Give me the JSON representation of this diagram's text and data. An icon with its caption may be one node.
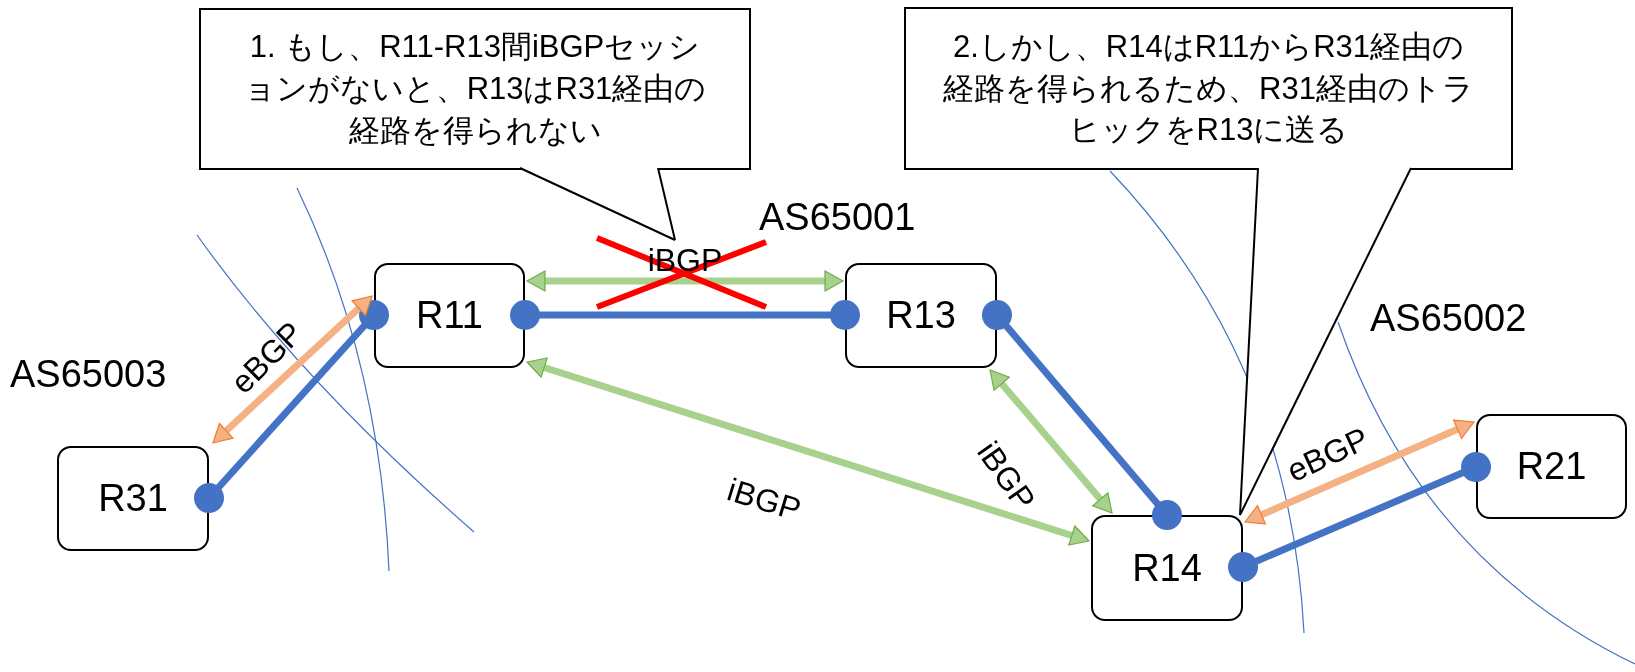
{
  "diagram": {
    "nodes": [
      {
        "text": [
          "1. もし、R11-R13間iBGPセッションがないと、R13はR31経由の経路を得られない"
        ]
      },
      {
        "text": [
          "2.しかし、R14はR11からR31経由の経路を得られるため、R31経由のトラヒックをR13に送る"
        ]
      },
      {
        "text": [
          "R11"
        ]
      },
      {
        "text": [
          "R13"
        ]
      },
      {
        "text": [
          "R21"
        ]
      },
      {
        "text": [
          "R31"
        ]
      },
      {
        "text": [
          "R14"
        ]
      }
    ],
    "edges": [
      {
        "from": 5,
        "to": 2,
        "arrow": "other"
      },
      {
        "from": 2,
        "to": 3,
        "arrow": "other"
      },
      {
        "from": 3,
        "to": 6,
        "arrow": "other"
      },
      {
        "from": 6,
        "to": 4,
        "arrow": "other"
      },
      {
        "from": 5,
        "to": 2,
        "arrow": "both",
        "label": "eBGP",
        "color": "#f4b183"
      },
      {
        "from": 2,
        "to": 3,
        "arrow": "both",
        "label": "iBGP",
        "color": "#a9d18e"
      },
      {
        "from": 2,
        "to": 6,
        "arrow": "both",
        "label": "iBGP",
        "color": "#a9d18e"
      },
      {
        "from": 3,
        "to": 6,
        "arrow": "both",
        "label": "iBGP",
        "color": "#a9d18e"
      },
      {
        "from": 6,
        "to": 4,
        "arrow": "both",
        "label": "eBGP",
        "color": "#f4b183"
      },
      {
        "from": 0,
        "to": null,
        "arrow": "none",
        "color": "#000000"
      },
      {
        "from": 1,
        "to": 6,
        "arrow": "none",
        "color": "#000000"
      }
    ],
    "labels": [
      "AS65001",
      "AS65002",
      "AS65003"
    ]
  }
}
